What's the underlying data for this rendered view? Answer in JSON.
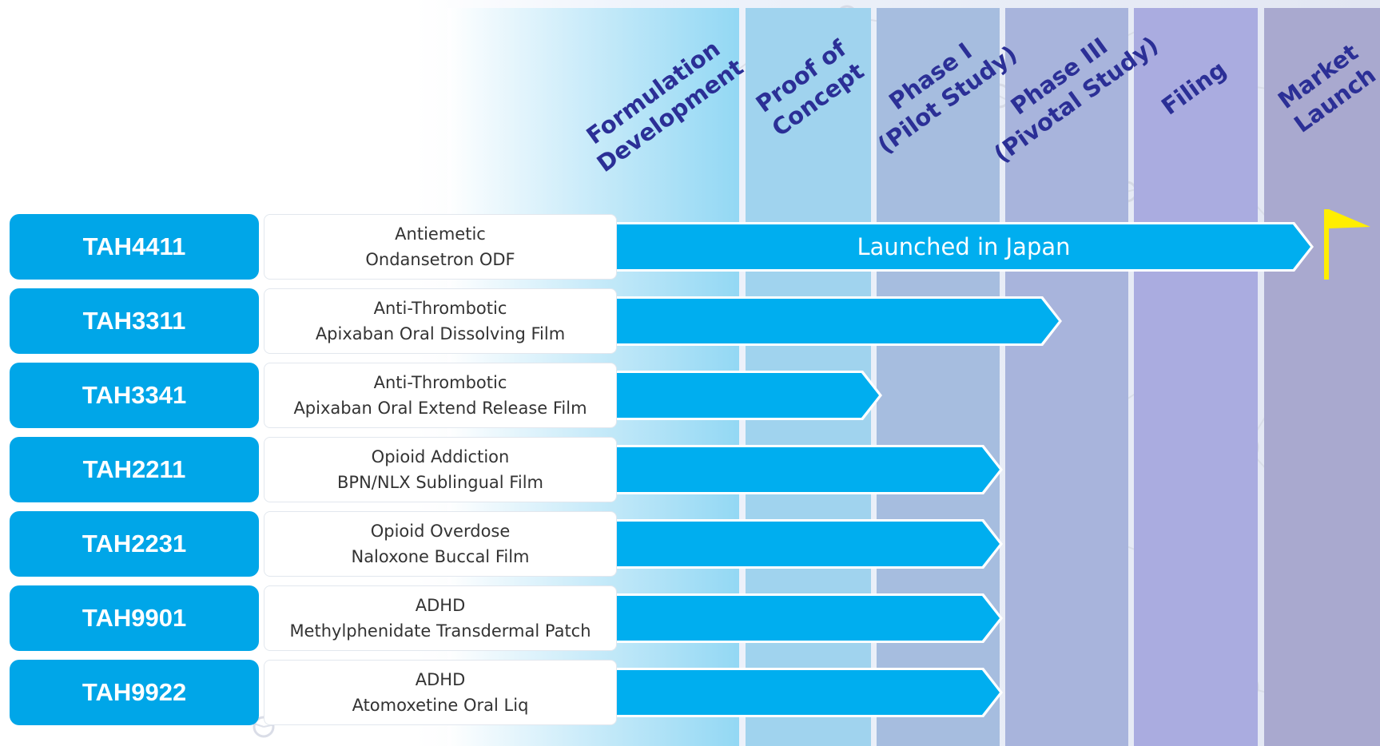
{
  "phases": [
    {
      "lines": [
        "Formulation",
        "Development"
      ]
    },
    {
      "lines": [
        "Proof of",
        "Concept"
      ]
    },
    {
      "lines": [
        "Phase I",
        "(Pilot Study)"
      ]
    },
    {
      "lines": [
        "Phase III",
        "(Pivotal Study)"
      ]
    },
    {
      "lines": [
        "Filing"
      ]
    },
    {
      "lines": [
        "Market",
        "Launch"
      ]
    }
  ],
  "products": [
    {
      "code": "TAH4411",
      "indication": "Antiemetic",
      "product": "Ondansetron ODF",
      "reached_phase": "Market Launch",
      "arrow_label": "Launched in Japan"
    },
    {
      "code": "TAH3311",
      "indication": "Anti-Thrombotic",
      "product": "Apixaban Oral Dissolving Film",
      "reached_phase": "Phase III (Pivotal Study)",
      "arrow_label": ""
    },
    {
      "code": "TAH3341",
      "indication": "Anti-Thrombotic",
      "product": "Apixaban Oral Extend Release Film",
      "reached_phase": "Proof of Concept",
      "arrow_label": ""
    },
    {
      "code": "TAH2211",
      "indication": "Opioid Addiction",
      "product": "BPN/NLX Sublingual Film",
      "reached_phase": "Phase I (Pilot Study)",
      "arrow_label": ""
    },
    {
      "code": "TAH2231",
      "indication": "Opioid Overdose",
      "product": "Naloxone Buccal Film",
      "reached_phase": "Phase I (Pilot Study)",
      "arrow_label": ""
    },
    {
      "code": "TAH9901",
      "indication": "ADHD",
      "product": "Methylphenidate Transdermal Patch",
      "reached_phase": "Phase I (Pilot Study)",
      "arrow_label": ""
    },
    {
      "code": "TAH9922",
      "indication": "ADHD",
      "product": "Atomoxetine Oral Liq",
      "reached_phase": "Phase I (Pilot Study)",
      "arrow_label": ""
    }
  ],
  "colors": {
    "code_box": "#00a6e8",
    "arrow": "#00aeef",
    "phase_title": "#2b2f96",
    "launch_flag": "#ffee00",
    "column_formulation_from": "#ffffff",
    "column_formulation_to": "#93d8f4",
    "column_proof_of_concept": "#a0d3ee",
    "column_phase_i": "#a6bddf",
    "column_phase_iii": "#a8b4dc",
    "column_filing": "#aaace0",
    "column_market_launch": "#a9a9cf"
  },
  "icons": {
    "launch_marker": "flag-icon"
  }
}
